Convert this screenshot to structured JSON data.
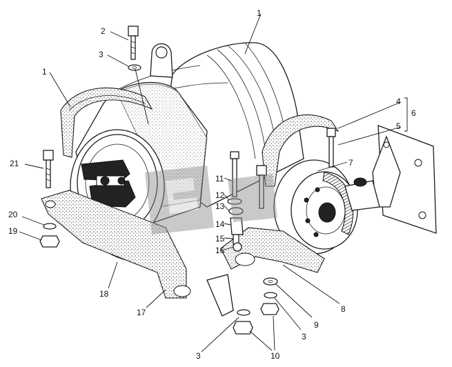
{
  "labels": {
    "l1a": "1",
    "l1b": "1",
    "l2": "2",
    "l3a": "3",
    "l3b": "3",
    "l3c": "3",
    "l4": "4",
    "l5": "5",
    "l6": "6",
    "l7": "7",
    "l8": "8",
    "l9": "9",
    "l10": "10",
    "l11": "11",
    "l12": "12",
    "l13": "13",
    "l14": "14",
    "l15": "15",
    "l16": "16",
    "l17": "17",
    "l18": "18",
    "l19": "19",
    "l20": "20",
    "l21": "21"
  },
  "colors": {
    "ink": "#1a1a1a",
    "watermark": "#9a9a9a",
    "background": "#ffffff"
  }
}
